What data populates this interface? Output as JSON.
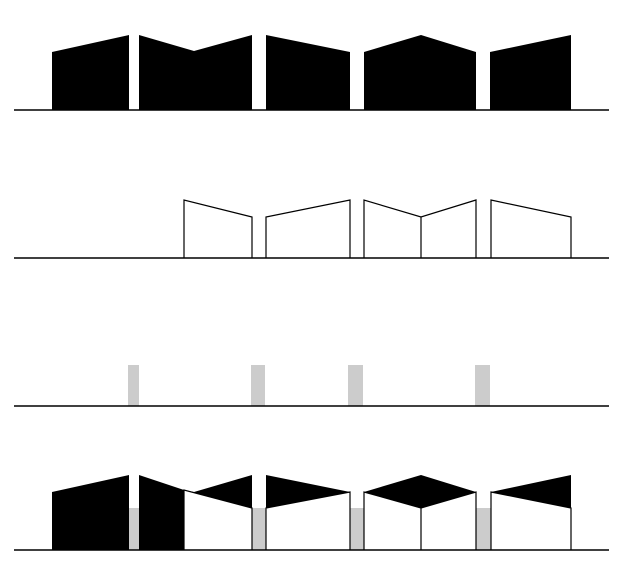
{
  "colors": {
    "background": "#ffffff",
    "fill_dark": "#000000",
    "outline": "#000000",
    "gap_fill": "#cccccc"
  },
  "rows": [
    {
      "name": "solid-buildings"
    },
    {
      "name": "outline-buildings"
    },
    {
      "name": "gap-bars"
    },
    {
      "name": "composite"
    }
  ]
}
